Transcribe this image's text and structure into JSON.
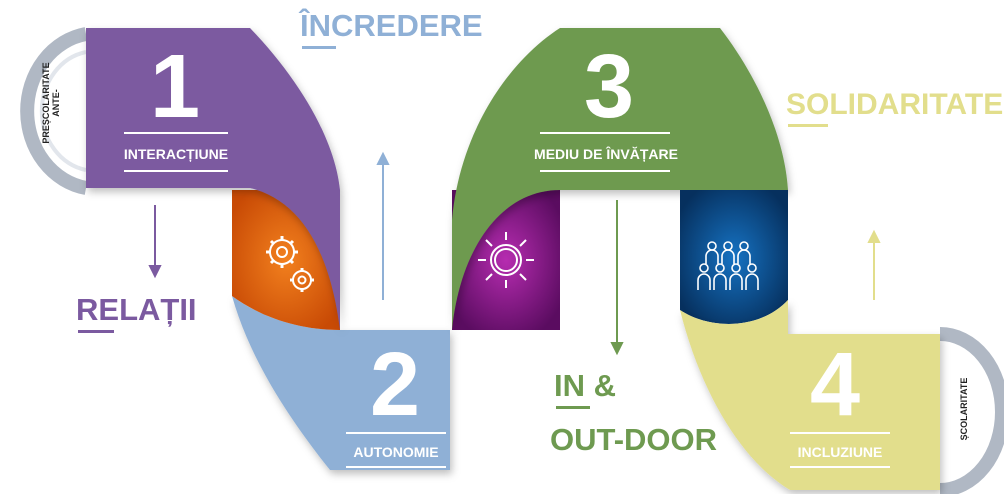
{
  "colors": {
    "purple": "#7b5aa0",
    "blue": "#8fb0d6",
    "green": "#6e9a50",
    "yellow": "#e2de8c",
    "orange": "#e25f10",
    "magenta": "#8a1a8c",
    "navy": "#0a4f95",
    "ring": "#b0b8c4"
  },
  "steps": [
    {
      "number": "1",
      "caption": "INTERACȚIUNE",
      "icon": "gears-icon"
    },
    {
      "number": "2",
      "caption": "AUTONOMIE",
      "icon": "sun-icon"
    },
    {
      "number": "3",
      "caption": "MEDIU DE ÎNVĂȚARE",
      "icon": "people-group-icon"
    },
    {
      "number": "4",
      "caption": "INCLUZIUNE"
    }
  ],
  "side_labels": {
    "relatii": "RELAȚII",
    "incredere": "ÎNCREDERE",
    "in": "IN &",
    "outdoor": "OUT-DOOR",
    "solidaritate": "SOLIDARITATE"
  },
  "stage_labels": {
    "ante": "ANTE-",
    "prescolaritate": "PREȘCOLARITATE",
    "scolaritate": "ȘCOLARITATE"
  }
}
